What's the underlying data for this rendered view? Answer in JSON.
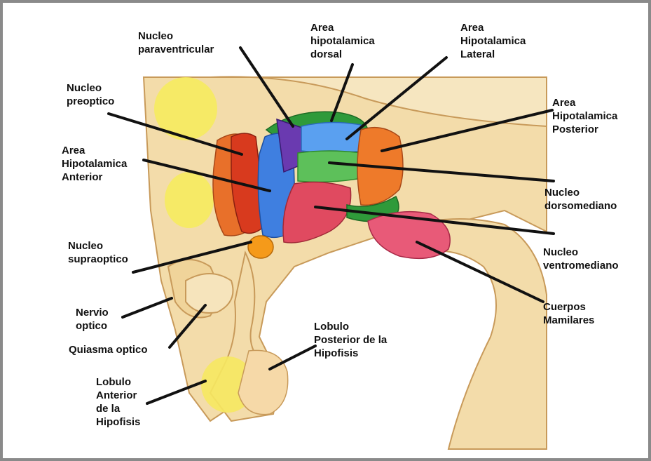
{
  "labels": {
    "nucleo_paraventricular": "Nucleo\nparaventricular",
    "area_hipotalamica_dorsal": "Area\nhipotalamica\ndorsal",
    "area_hipotalamica_lateral": "Area\nHipotalamica\nLateral",
    "nucleo_preoptico": "Nucleo\npreoptico",
    "area_hipotalamica_posterior": "Area\nHipotalamica\nPosterior",
    "area_hipotalamica_anterior": "Area\nHipotalamica\nAnterior",
    "nucleo_dorsomediano": "Nucleo\ndorsomediano",
    "nucleo_ventromediano": "Nucleo\nventromediano",
    "nucleo_supraoptico": "Nucleo\nsupraoptico",
    "cuerpos_mamilares": "Cuerpos\nMamilares",
    "nervio_optico": "Nervio\noptico",
    "quiasma_optico": "Quiasma optico",
    "lobulo_posterior_hipofisis": "Lobulo\nPosterior de la\nHipofisis",
    "lobulo_anterior_hipofisis": "Lobulo\nAnterior\nde la\nHipofisis"
  },
  "colors": {
    "background_tissue": "#f3dcaa",
    "outline": "#c89a5a",
    "yellow_region": "#f6ec5a",
    "preoptic_orange": "#e8702a",
    "preoptic_red": "#d83a1e",
    "anterior_blue": "#3f7fe0",
    "paraventricular_purple": "#6a3ab0",
    "dorsal_green": "#2f9a3a",
    "lateral_blue": "#5aa0f0",
    "dorsomedial_green": "#5dc05a",
    "posterior_orange": "#ee7a2a",
    "ventromedial_pink": "#e04a60",
    "mamillary_pink": "#e85a78",
    "supraoptic_orange": "#f59a1a",
    "pointer_line": "#111111"
  }
}
